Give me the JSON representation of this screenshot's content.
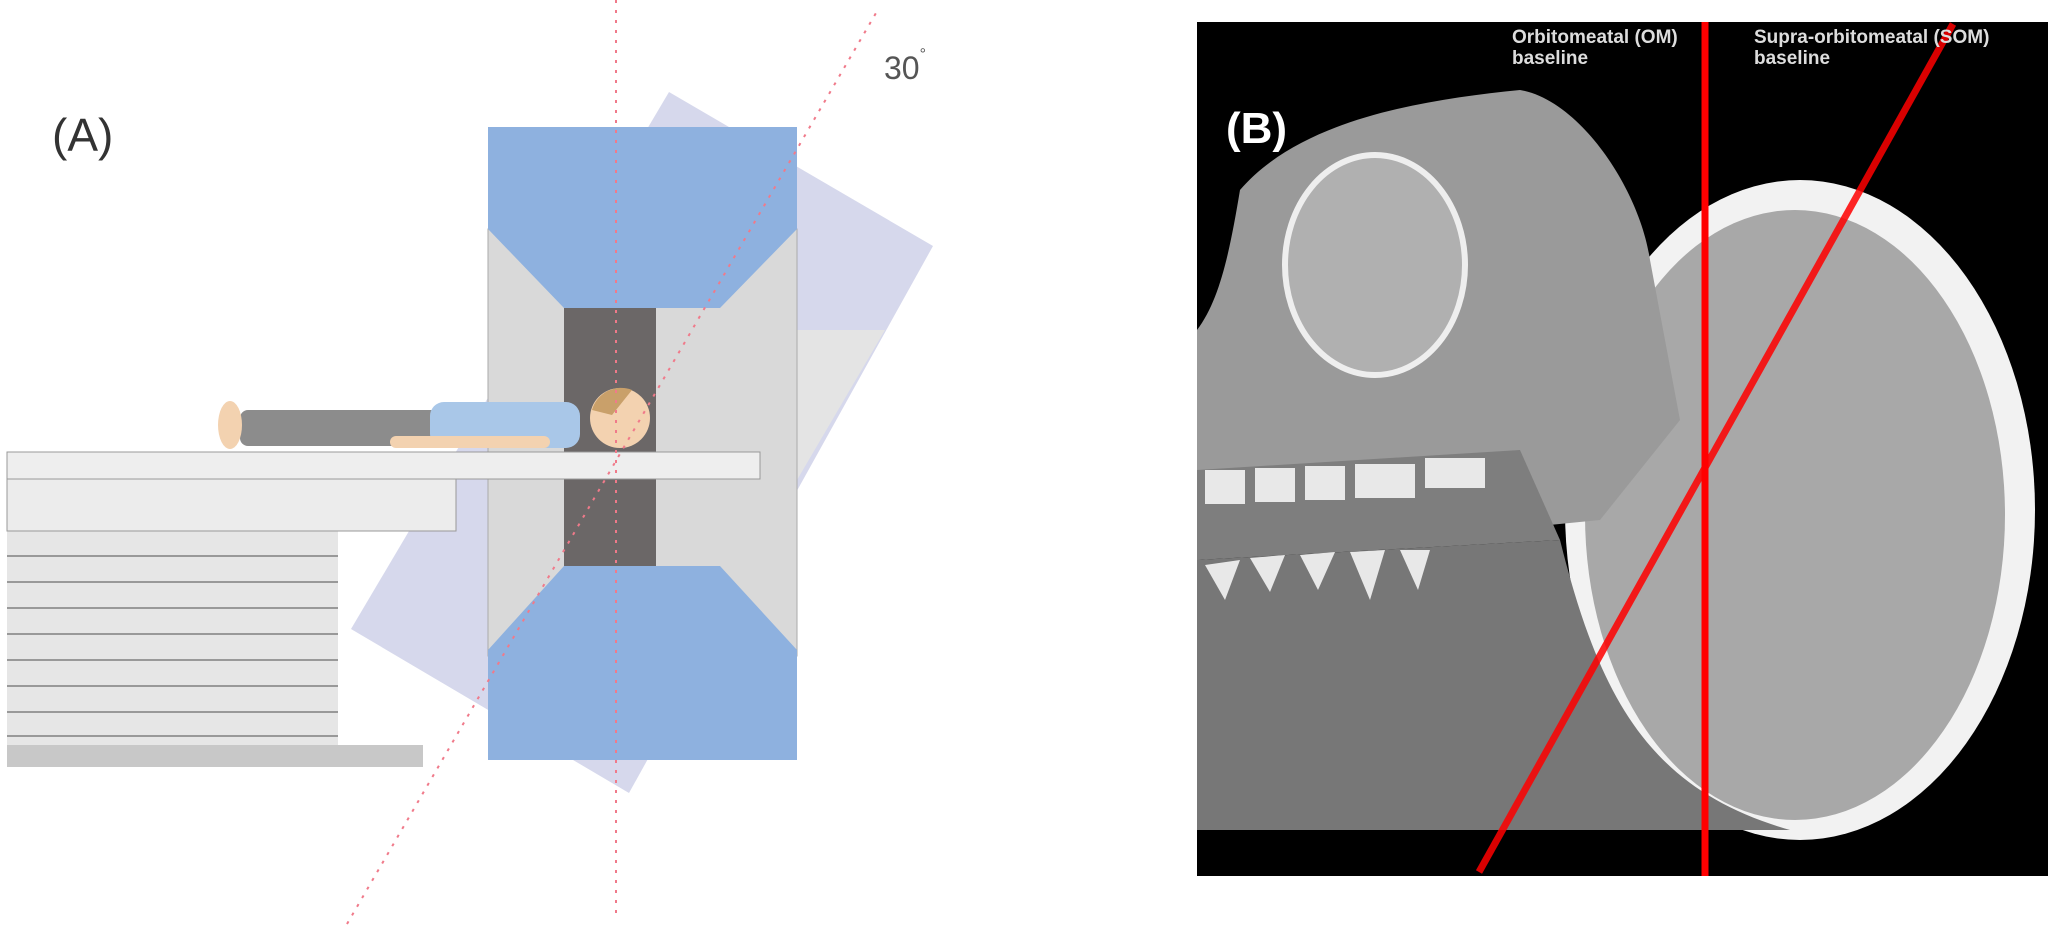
{
  "panel_a": {
    "label": "(A)",
    "angle_value": "30",
    "angle_unit": "°"
  },
  "panel_b": {
    "label": "(B)",
    "om_line1": "Orbitomeatal (OM)",
    "om_line2": "baseline",
    "som_line1": "Supra-orbitomeatal (SOM)",
    "som_line2": "baseline"
  },
  "colors": {
    "gantry_blue": "#8eb1df",
    "tilt_purple": "#d6d8ec",
    "baseline_red": "#ff0000"
  }
}
